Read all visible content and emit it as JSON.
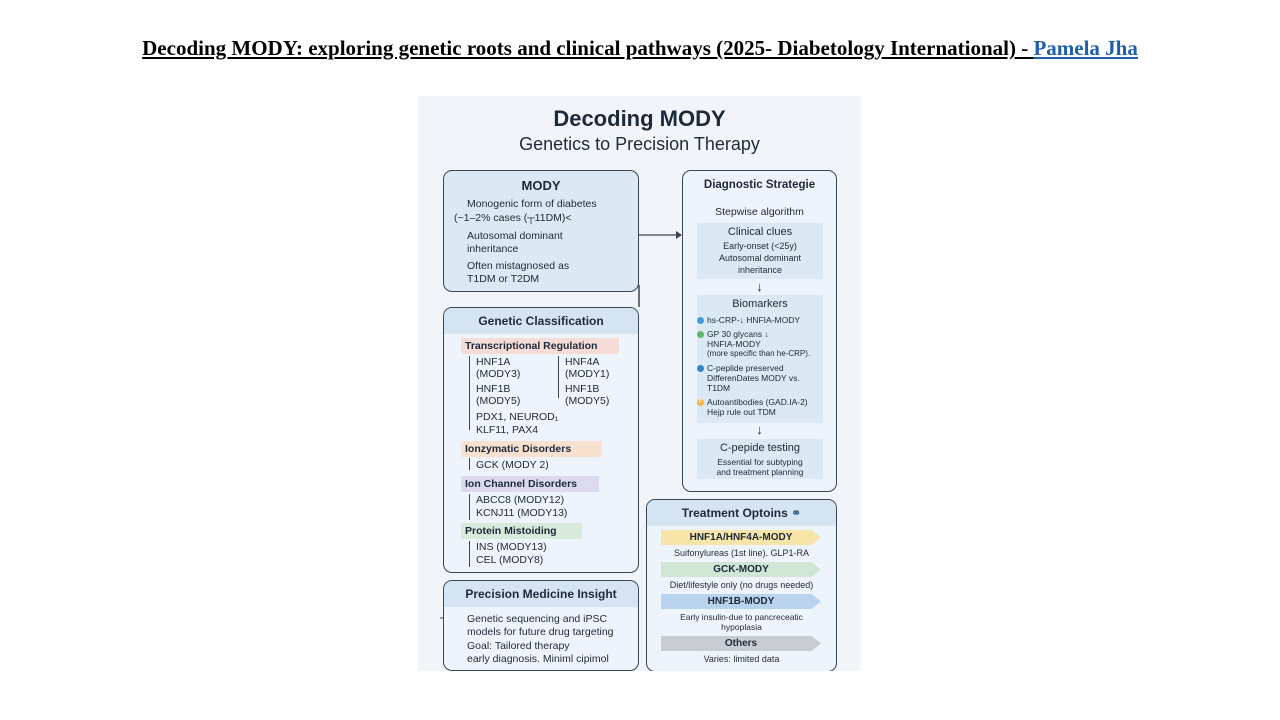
{
  "slide": {
    "title_main": "Decoding MODY: exploring genetic roots and clinical pathways (2025- Diabetology International) - ",
    "title_link": "Pamela Jha"
  },
  "poster": {
    "title": "Decoding MODY",
    "subtitle": "Genetics to Precision Therapy",
    "mody": {
      "header": "MODY",
      "l1": "Monogenic form of diabetes",
      "l2": "(~1–2% cases (┬11DM)<",
      "l3": "Autosomal dominant",
      "l4": "inheritance",
      "l5": "Often mistagnosed as",
      "l6": "T1DM or T2DM"
    },
    "genetic": {
      "header": "Genetic Classification",
      "cat1": "Transcriptional Regulation",
      "g1a": "HNF1A",
      "g1b": "(MODY3)",
      "g2a": "HNF4A",
      "g2b": "(MODY1)",
      "g3a": "HNF1B",
      "g3b": "(MODY5)",
      "g4a": "HNF1B",
      "g4b": "(MODY5)",
      "g5": "PDX1, NEUROD₁",
      "g6": "KLF11, PAX4",
      "cat2": "Ionzymatic Disorders",
      "g7": "GCK (MODY 2)",
      "cat3": "Ion Channel Disorders",
      "g8": "ABCC8 (MODY12)",
      "g9": "KCNJ11 (MODY13)",
      "cat4": "Protein Mistoiding",
      "g10": "INS (MODY13)",
      "g11": "CEL (MODY8)"
    },
    "precision": {
      "header": "Precision Medicine Insight",
      "l1": "Genetic sequencing and iPSC",
      "l2": "models for future drug targeting",
      "l3": "Goal: Tailored therapy",
      "l4": "early diagnosis. Miniml cipimol"
    },
    "diagnostic": {
      "header": "Diagnostic Strategie",
      "stepwise": "Stepwise algorithm",
      "clinical_title": "Clinical clues",
      "clinical_l1": "Early-onset (<25y)",
      "clinical_l2": "Autosomal dominant",
      "clinical_l3": "inheritance",
      "arrow": "↓",
      "bio_title": "Biomarkers",
      "bio1": "hs-CRP-↓ HNFIA-MODY",
      "bio2a": "GP 30 glycans ↓",
      "bio2b": "HNFIA-MODY",
      "bio2c": "(more specific than he-CRP).",
      "bio3a": "C-peplide preserved",
      "bio3b": "DifferenDates MODY vs.",
      "bio3c": "T1DM",
      "bio4a": "Autoantibodies (GAD.IA-2)",
      "bio4b": "Hejp rule out TDM",
      "bio4_badge": "P",
      "cpep_title": "C-pepide testing",
      "cpep_l1": "Essential for subtyping",
      "cpep_l2": "and treatment planning"
    },
    "treatment": {
      "header": "Treatment Optoins",
      "t1": "HNF1A/HNF4A-MODY",
      "t1d": "Suifonylureas (1st line). GLP1-RA",
      "t2": "GCK-MODY",
      "t2d": "Diet/lifestyle only (no drugs needed)",
      "t3": "HNF1B-MODY",
      "t3d1": "Early insulin-due to pancreceatic",
      "t3d2": "hypoplasia",
      "t4": "Others",
      "t4d": "Varies: limited data"
    },
    "colors": {
      "blue_header": "#d5e4f3",
      "pink": "#f6dcd6",
      "peach": "#f8e1cf",
      "lavender": "#dcdaf0",
      "green": "#d8eadb",
      "yellow": "#f7e4a8",
      "teal": "#cfe6d4",
      "blue": "#b9d2ee",
      "gray": "#c9cdd3"
    }
  }
}
